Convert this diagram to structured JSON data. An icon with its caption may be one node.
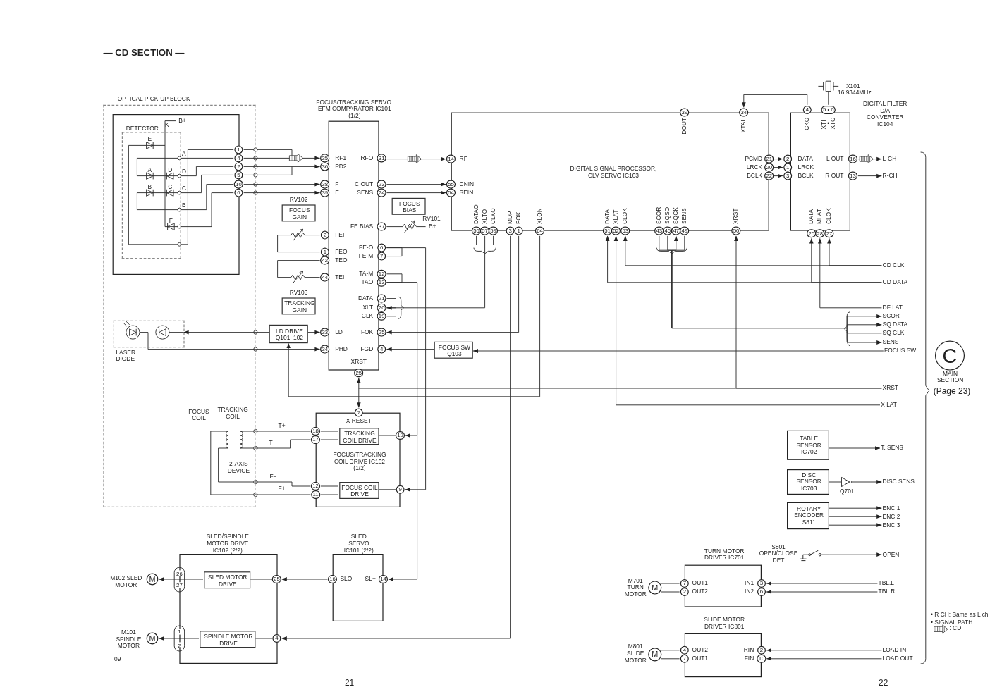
{
  "diagram": {
    "title": "— CD SECTION —",
    "nodes": [
      {
        "text": [
          "OPTICAL PICK-UP BLOCK"
        ]
      },
      {
        "text": [],
        "shape": "box",
        "in": 0
      },
      {
        "text": [
          "DETECTOR"
        ],
        "in": 1
      },
      {
        "text": [
          "LASER DIODE"
        ],
        "in": 0
      },
      {
        "text": [
          "FOCUS/TRACKING SERVO. EFM COMPARATOR IC101 (1/2)"
        ]
      },
      {
        "text": [
          "FOCUS GAIN"
        ],
        "beside": [
          "RV102"
        ]
      },
      {
        "text": [
          "TRACKING GAIN"
        ],
        "beside": [
          "RV103"
        ]
      },
      {
        "text": [
          "LD DRIVE Q101, 102"
        ]
      },
      {
        "text": [
          "FOCUS BIAS"
        ]
      },
      {
        "text": [
          "FOCUS SW Q103"
        ]
      },
      {
        "text": [
          "DIGITAL SIGNAL PROCESSOR, CLV SERVO IC103"
        ]
      },
      {
        "text": [
          "DIGITAL FILTER D/A CONVERTER IC104"
        ]
      },
      {
        "text": [
          "FOCUS/TRACKING COIL DRIVE IC102 (1/2)"
        ]
      },
      {
        "text": [
          "TRACKING COIL DRIVE"
        ],
        "in": 12
      },
      {
        "text": [
          "FOCUS COIL DRIVE"
        ],
        "in": 12
      },
      {
        "text": [
          "2-AXIS DEVICE"
        ],
        "beside": [
          "FOCUS COIL",
          "TRACKING COIL"
        ],
        "in": 0
      },
      {
        "text": [
          "SLED/SPINDLE MOTOR DRIVE IC102 (2/2)"
        ]
      },
      {
        "text": [
          "SLED MOTOR DRIVE"
        ],
        "in": 16
      },
      {
        "text": [
          "SPINDLE MOTOR DRIVE"
        ],
        "in": 16
      },
      {
        "text": [
          "SLED SERVO IC101 (2/2)"
        ]
      },
      {
        "text": [
          "M"
        ],
        "beside": [
          "M102 SLED MOTOR"
        ]
      },
      {
        "text": [
          "M"
        ],
        "beside": [
          "M101 SPINDLE MOTOR"
        ]
      },
      {
        "text": [
          "TABLE SENSOR IC702"
        ]
      },
      {
        "text": [
          "DISC SENSOR IC703"
        ]
      },
      {
        "text": [],
        "shape": "triangle",
        "beside": [
          "Q701"
        ]
      },
      {
        "text": [
          "ROTARY ENCODER S811"
        ]
      },
      {
        "text": [],
        "shape": "switch",
        "beside": [
          "S801 OPEN/CLOSE DET"
        ]
      },
      {
        "text": [
          "TURN MOTOR DRIVER IC701"
        ]
      },
      {
        "text": [
          "M"
        ],
        "beside": [
          "M701 TURN MOTOR"
        ]
      },
      {
        "text": [
          "SLIDE MOTOR DRIVER IC801"
        ]
      },
      {
        "text": [
          "M"
        ],
        "beside": [
          "M801 SLIDE MOTOR"
        ]
      },
      {
        "text": [
          "C"
        ],
        "beside": [
          "MAIN SECTION",
          "(Page 23)"
        ]
      },
      {
        "text": [
          "L-CH"
        ]
      },
      {
        "text": [
          "R-CH"
        ]
      },
      {
        "text": [
          "CD CLK"
        ]
      },
      {
        "text": [
          "CD DATA"
        ]
      },
      {
        "text": [
          "DF LAT"
        ]
      },
      {
        "text": [
          "SCOR"
        ]
      },
      {
        "text": [
          "SQ DATA"
        ]
      },
      {
        "text": [
          "SQ CLK"
        ]
      },
      {
        "text": [
          "SENS"
        ]
      },
      {
        "text": [
          "FOCUS SW"
        ]
      },
      {
        "text": [
          "XRST"
        ]
      },
      {
        "text": [
          "X LAT"
        ]
      },
      {
        "text": [
          "T. SENS"
        ]
      },
      {
        "text": [
          "DISC SENS"
        ]
      },
      {
        "text": [
          "ENC 1"
        ]
      },
      {
        "text": [
          "ENC 2"
        ]
      },
      {
        "text": [
          "ENC 3"
        ]
      },
      {
        "text": [
          "OPEN"
        ]
      },
      {
        "text": [
          "TBL.L"
        ]
      },
      {
        "text": [
          "TBL.R"
        ]
      },
      {
        "text": [
          "LOAD IN"
        ]
      },
      {
        "text": [
          "LOAD OUT"
        ]
      }
    ],
    "edges": [
      {
        "from": 1,
        "to": 4,
        "arrow": "to"
      },
      {
        "from": 1,
        "to": 4,
        "arrow": "to"
      },
      {
        "from": 1,
        "to": 4,
        "arrow": "to"
      },
      {
        "from": 1,
        "to": 4,
        "arrow": "to"
      },
      {
        "from": 4,
        "to": 10,
        "arrow": "to"
      },
      {
        "from": 4,
        "to": 10,
        "arrow": "to"
      },
      {
        "from": 4,
        "to": 10,
        "arrow": "to"
      },
      {
        "from": 10,
        "to": 4,
        "arrow": "to"
      },
      {
        "from": 10,
        "to": 4,
        "arrow": "to"
      },
      {
        "from": 9,
        "to": 4,
        "arrow": "to"
      },
      {
        "from": 41,
        "to": 9,
        "arrow": "to"
      },
      {
        "from": 7,
        "to": 4,
        "arrow": "to"
      },
      {
        "from": 7,
        "to": 3,
        "arrow": "to"
      },
      {
        "from": 3,
        "to": 4,
        "arrow": "to"
      },
      {
        "from": 42,
        "to": 4,
        "arrow": "to"
      },
      {
        "from": 42,
        "to": 12,
        "arrow": "to"
      },
      {
        "from": 42,
        "to": 10,
        "arrow": "to"
      },
      {
        "from": 43,
        "to": 10,
        "arrow": "to"
      },
      {
        "from": 34,
        "to": 10,
        "arrow": "to"
      },
      {
        "from": 34,
        "to": 11,
        "arrow": "to"
      },
      {
        "from": 35,
        "to": 10,
        "arrow": "to"
      },
      {
        "from": 35,
        "to": 11,
        "arrow": "to"
      },
      {
        "from": 36,
        "to": 11,
        "arrow": "to"
      },
      {
        "from": 10,
        "to": 37,
        "arrow": "to"
      },
      {
        "from": 10,
        "to": 38,
        "arrow": "to"
      },
      {
        "from": 39,
        "to": 10,
        "arrow": "to"
      },
      {
        "from": 10,
        "to": 40,
        "arrow": "to"
      },
      {
        "from": 11,
        "to": 10,
        "arrow": "to"
      },
      {
        "from": 10,
        "to": 11,
        "arrow": "to"
      },
      {
        "from": 10,
        "to": 11,
        "arrow": "to"
      },
      {
        "from": 10,
        "to": 11,
        "arrow": "to"
      },
      {
        "from": 11,
        "to": 32,
        "arrow": "to"
      },
      {
        "from": 11,
        "to": 33,
        "arrow": "to"
      },
      {
        "from": 4,
        "to": 12,
        "arrow": "to"
      },
      {
        "from": 4,
        "to": 12,
        "arrow": "to"
      },
      {
        "from": 4,
        "to": 19,
        "arrow": "to"
      },
      {
        "from": 19,
        "to": 16,
        "arrow": "to"
      },
      {
        "from": 10,
        "to": 16,
        "arrow": "to"
      },
      {
        "from": 17,
        "to": 20,
        "arrow": "to"
      },
      {
        "from": 18,
        "to": 21,
        "arrow": "to"
      },
      {
        "from": 12,
        "to": 15,
        "arrow": "none",
        "label": "T+"
      },
      {
        "from": 12,
        "to": 15,
        "arrow": "none",
        "label": "T−"
      },
      {
        "from": 12,
        "to": 15,
        "arrow": "none",
        "label": "F−"
      },
      {
        "from": 12,
        "to": 15,
        "arrow": "none",
        "label": "F+"
      },
      {
        "from": 22,
        "to": 44,
        "arrow": "to"
      },
      {
        "from": 23,
        "to": 24,
        "arrow": "none"
      },
      {
        "from": 24,
        "to": 45,
        "arrow": "to"
      },
      {
        "from": 25,
        "to": 46,
        "arrow": "to"
      },
      {
        "from": 25,
        "to": 47,
        "arrow": "to"
      },
      {
        "from": 25,
        "to": 48,
        "arrow": "to"
      },
      {
        "from": 26,
        "to": 49,
        "arrow": "to"
      },
      {
        "from": 50,
        "to": 27,
        "arrow": "to"
      },
      {
        "from": 51,
        "to": 27,
        "arrow": "to"
      },
      {
        "from": 27,
        "to": 28,
        "arrow": "none"
      },
      {
        "from": 27,
        "to": 28,
        "arrow": "none"
      },
      {
        "from": 52,
        "to": 29,
        "arrow": "to"
      },
      {
        "from": 53,
        "to": 29,
        "arrow": "to"
      },
      {
        "from": 29,
        "to": 30,
        "arrow": "none"
      },
      {
        "from": 29,
        "to": 30,
        "arrow": "none"
      },
      {
        "from": 10,
        "to": 7,
        "arrow": "to"
      }
    ],
    "labels": [
      "K",
      "B+",
      "E",
      "A",
      "A",
      "D",
      "D",
      "B",
      "C",
      "C",
      "B",
      "F",
      "1",
      "4",
      "2",
      "5",
      "10",
      "6",
      "35",
      "RF1",
      "36",
      "PD2",
      "38",
      "F",
      "39",
      "E",
      "RFO",
      "31",
      "C.OUT",
      "23",
      "SENS",
      "24",
      "FE BIAS",
      "37",
      "RV101",
      "B+",
      "2",
      "FEI",
      "1",
      "FEO",
      "42",
      "TEO",
      "44",
      "TEI",
      "33",
      "LD",
      "34",
      "PHD",
      "FE-O",
      "6",
      "FE-M",
      "7",
      "TA-M",
      "12",
      "TAO",
      "13",
      "DATA",
      "21",
      "XLT",
      "20",
      "CLK",
      "19",
      "FOK",
      "25",
      "FGD",
      "4",
      "XRST",
      "25",
      "14",
      "RF",
      "55",
      "CNIN",
      "54",
      "SEIN",
      "DATAO",
      "XLTO",
      "CLKO",
      "56",
      "57",
      "59",
      "MDP",
      "FOK",
      "3",
      "1",
      "XLON",
      "64",
      "DATA",
      "XLAT",
      "CLOK",
      "51",
      "52",
      "53",
      "SCOR",
      "SQSO",
      "SQCK",
      "SENS",
      "43",
      "46",
      "47",
      "49",
      "XRST",
      "50",
      "39",
      "DOUT",
      "34",
      "XTAI",
      "PCMD",
      "21",
      "LRCK",
      "20",
      "BCLK",
      "22",
      "2",
      "DATA",
      "1",
      "LRCK",
      "3",
      "BCLK",
      "4",
      "CKO",
      "5 • 6",
      "XTI",
      "•",
      "XTO",
      "L OUT",
      "16",
      "R OUT",
      "13",
      "DATA",
      "MLAT",
      "CLOK",
      "26",
      "28",
      "27",
      "X101",
      "16.9344MHz",
      "7",
      "X RESET",
      "18",
      "17",
      "19",
      "12",
      "11",
      "9",
      "26",
      "27",
      "1",
      "2",
      "25",
      "4",
      "16",
      "SLO",
      "SL+",
      "14",
      "7",
      "OUT1",
      "2",
      "OUT2",
      "IN1",
      "3",
      "IN2",
      "6",
      "4",
      "OUT2",
      "7",
      "OUT1",
      "RIN",
      "2",
      "FIN",
      "10",
      "• R CH: Same as L ch",
      "• SIGNAL PATH",
      "— 21 —",
      "— 22 —",
      "09"
    ],
    "legend": [
      {
        "text": ": CD"
      }
    ]
  }
}
